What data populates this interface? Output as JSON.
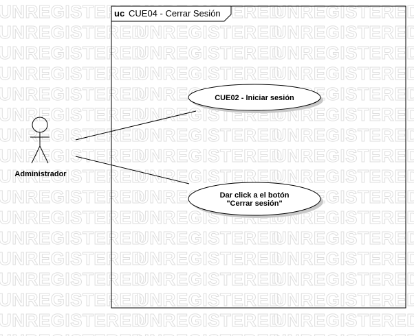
{
  "watermark": "UNREGISTERED",
  "frame": {
    "keyword": "uc",
    "name": "CUE04 - Cerrar Sesión"
  },
  "actor": {
    "name": "Administrador"
  },
  "use_cases": [
    {
      "id": "uc-iniciar",
      "lines": [
        "CUE02 - Iniciar sesión"
      ]
    },
    {
      "id": "uc-cerrar",
      "lines": [
        "Dar click a el botón",
        "\"Cerrar sesión\""
      ]
    }
  ]
}
